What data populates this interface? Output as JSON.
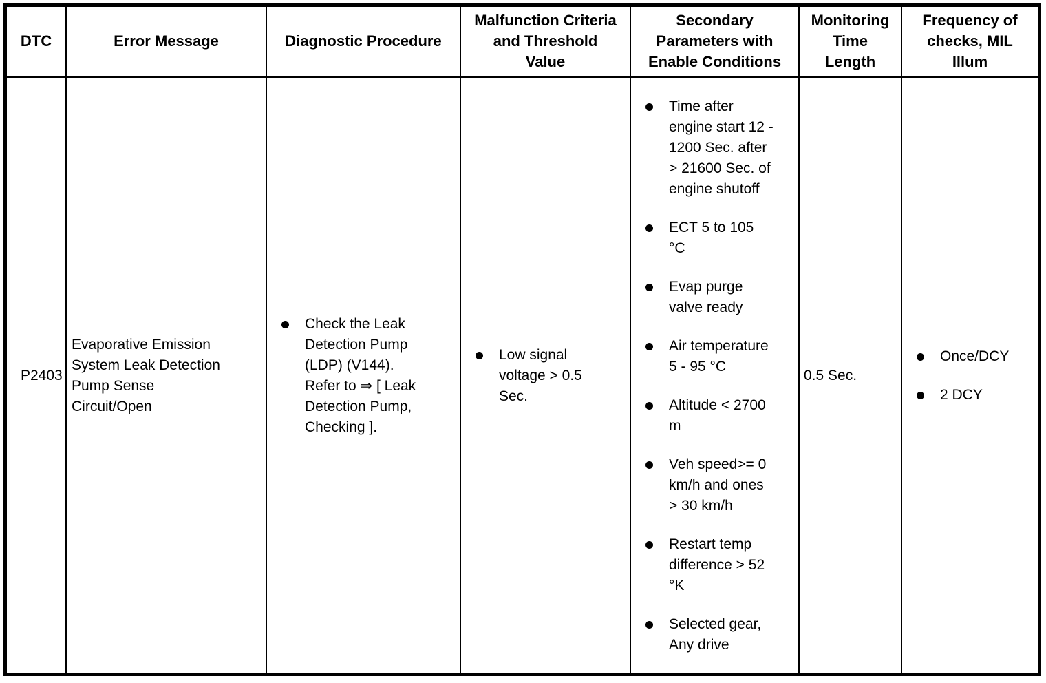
{
  "table": {
    "colors": {
      "border": "#000000",
      "text": "#000000",
      "background": "#ffffff"
    },
    "headers": {
      "dtc": "DTC",
      "error_message": "Error Message",
      "diagnostic_procedure": "Diagnostic Procedure",
      "malfunction_criteria": "Malfunction Criteria\nand Threshold\nValue",
      "secondary_parameters": "Secondary\nParameters with\nEnable Conditions",
      "monitoring_time": "Monitoring\nTime\nLength",
      "frequency": "Frequency of\nchecks, MIL\nIllum"
    },
    "row": {
      "dtc": "P2403",
      "error_message": "Evaporative Emission\nSystem Leak Detection\nPump Sense\nCircuit/Open",
      "diagnostic_procedure": [
        "Check the Leak\nDetection Pump\n(LDP) (V144).\nRefer to ⇒ [ Leak\nDetection Pump,\nChecking ]."
      ],
      "malfunction_criteria": [
        "Low signal\nvoltage > 0.5\nSec."
      ],
      "secondary_parameters": [
        "Time after\nengine start 12 -\n1200 Sec. after\n> 21600 Sec. of\nengine shutoff",
        "ECT 5 to 105\n°C",
        "Evap purge\nvalve ready",
        "Air temperature\n5 - 95 °C",
        "Altitude < 2700\nm",
        "Veh speed>= 0\nkm/h and ones\n> 30 km/h",
        "Restart temp\ndifference > 52\n°K",
        "Selected gear,\nAny drive"
      ],
      "monitoring_time": "0.5 Sec.",
      "frequency": [
        "Once/DCY",
        "2 DCY"
      ]
    }
  }
}
